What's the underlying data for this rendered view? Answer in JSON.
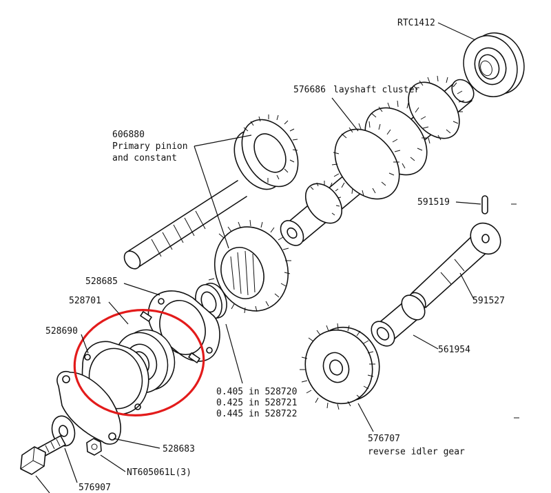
{
  "diagram": {
    "highlight_color": "#e31b1b",
    "ink_color": "#111111",
    "labels": {
      "rtc1412": "RTC1412",
      "layshaft_no": "576686",
      "layshaft_name": "layshaft cluster",
      "primary_no": "606880",
      "primary_line1": "Primary pinion",
      "primary_line2": "and constant",
      "p591519": "591519",
      "p528685": "528685",
      "p528701": "528701",
      "p591527": "591527",
      "p528690": "528690",
      "p561954": "561954",
      "shim1": "0.405 in 528720",
      "shim2": "0.425 in 528721",
      "shim3": "0.445 in 528722",
      "idler_no": "576707",
      "idler_name": "reverse idler gear",
      "p528683": "528683",
      "nut": "NT605061L(3)",
      "p576907": "576907"
    }
  }
}
